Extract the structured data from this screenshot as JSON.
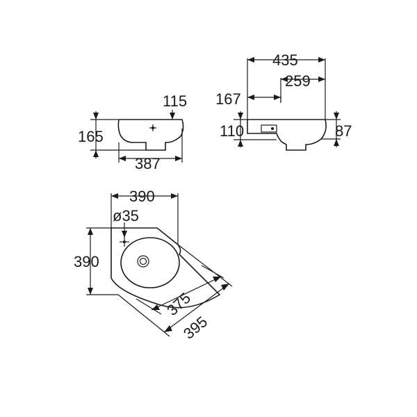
{
  "front_view": {
    "width_label": "387",
    "height_label": "165",
    "depth_label": "115"
  },
  "side_view": {
    "total_width_label": "435",
    "offset_label": "259",
    "left_height_label": "167",
    "rim_height_label": "110",
    "right_height_label": "87"
  },
  "top_view": {
    "top_width_label": "390",
    "hole_label": "ø35",
    "side_height_label": "390",
    "inner_diag_label": "375",
    "outer_diag_label": "395"
  }
}
